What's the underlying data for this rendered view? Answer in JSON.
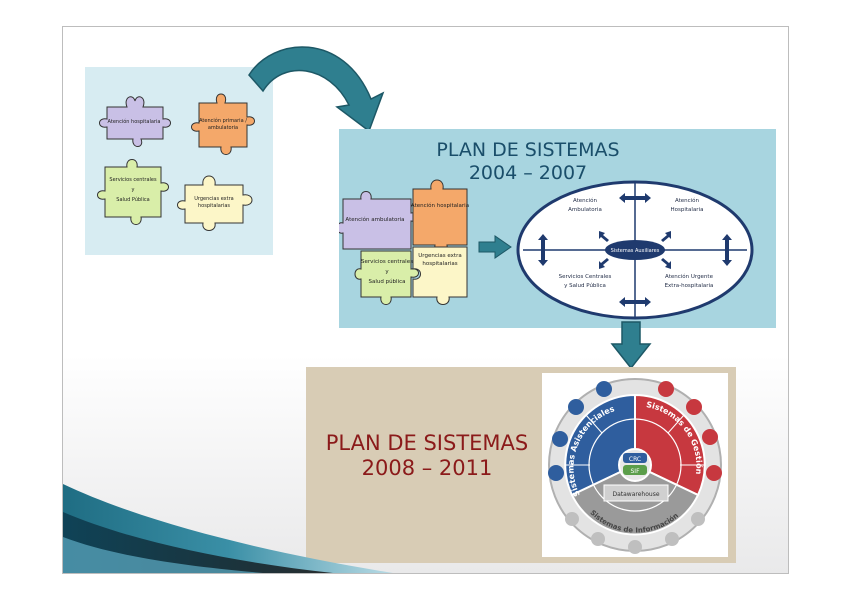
{
  "left_puzzle": {
    "p1": "Atención hospitalaria",
    "p2a": "Atención primaria /",
    "p2b": "ambulatoria",
    "p3a": "Servicios centrales",
    "p3b": "y",
    "p3c": "Salud Pública",
    "p4a": "Urgencias extra",
    "p4b": "hospitalarias"
  },
  "plan1": {
    "title_line1": "PLAN DE SISTEMAS",
    "title_line2": "2004 – 2007",
    "puzzle": {
      "p1": "Atención ambulatoria",
      "p2": "Atención hospitalaria",
      "p3a": "Servicios centrales",
      "p3b": "y",
      "p3c": "Salud pública",
      "p4a": "Urgencias extra",
      "p4b": "hospitalarias"
    },
    "ellipse": {
      "center": "Sistemas Auxiliares",
      "tl1": "Atención",
      "tl2": "Ambulatoria",
      "tr1": "Atención",
      "tr2": "Hospitalaria",
      "bl1": "Servicios Centrales",
      "bl2": "y Salud Pública",
      "br1": "Atención Urgente",
      "br2": "Extra-hospitalaria"
    }
  },
  "plan2": {
    "title_line1": "PLAN DE SISTEMAS",
    "title_line2": "2008 – 2011",
    "wheel": {
      "left_arc": "Sistemas Asistenciales",
      "right_arc": "Sistemas de Gestión",
      "bottom_arc": "Sistemas de Información",
      "center_top": "CRC",
      "center_bottom": "SIF",
      "datawarehouse": "Datawarehouse"
    }
  },
  "colors": {
    "teal_arrow": "#2f7f8f",
    "panel_mid": "#a8d5e0",
    "panel_left": "#d7ecf2",
    "panel_bottom": "#d8ccb5",
    "title_2004": "#1a4e6a",
    "title_2008": "#8b1a1a",
    "wheel_blue": "#2f5e9e",
    "wheel_red": "#c7383f",
    "wheel_grey": "#9a9a9a"
  }
}
